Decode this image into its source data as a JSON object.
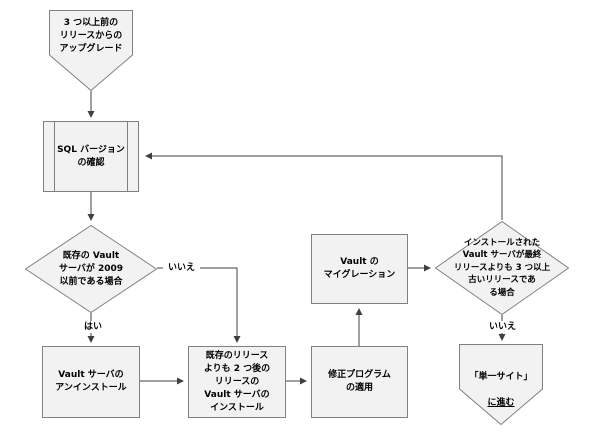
{
  "diagram": {
    "nodes": {
      "start": {
        "text": "3 つ以上前の\nリリースからの\nアップグレード"
      },
      "sql_check": {
        "text": "SQL バージョン\nの確認"
      },
      "decision_2009": {
        "text": "既存の Vault\nサーバが 2009\n以前である場合"
      },
      "uninstall": {
        "text": "Vault サーバの\nアンインストール"
      },
      "install": {
        "text": "既存のリリース\nよりも 2 つ後の\nリリースの\nVault サーバの\nインストール"
      },
      "hotfix": {
        "text": "修正プログラム\nの適用"
      },
      "migration": {
        "text": "Vault の\nマイグレーション"
      },
      "decision_old": {
        "text": "インストールされた\nVault サーバが最終\nリリースよりも 3 つ以上\n古いリリースであ\nる場合"
      },
      "goto_single_site": {
        "text": "「単一サイト」",
        "link_text": "に進む"
      }
    },
    "edge_labels": {
      "yes": "はい",
      "no_1": "いいえ",
      "no_2": "いいえ"
    },
    "colors": {
      "node_fill": "#f2f2f2",
      "node_border": "#808080",
      "connector": "#404040",
      "text": "#000000"
    }
  }
}
